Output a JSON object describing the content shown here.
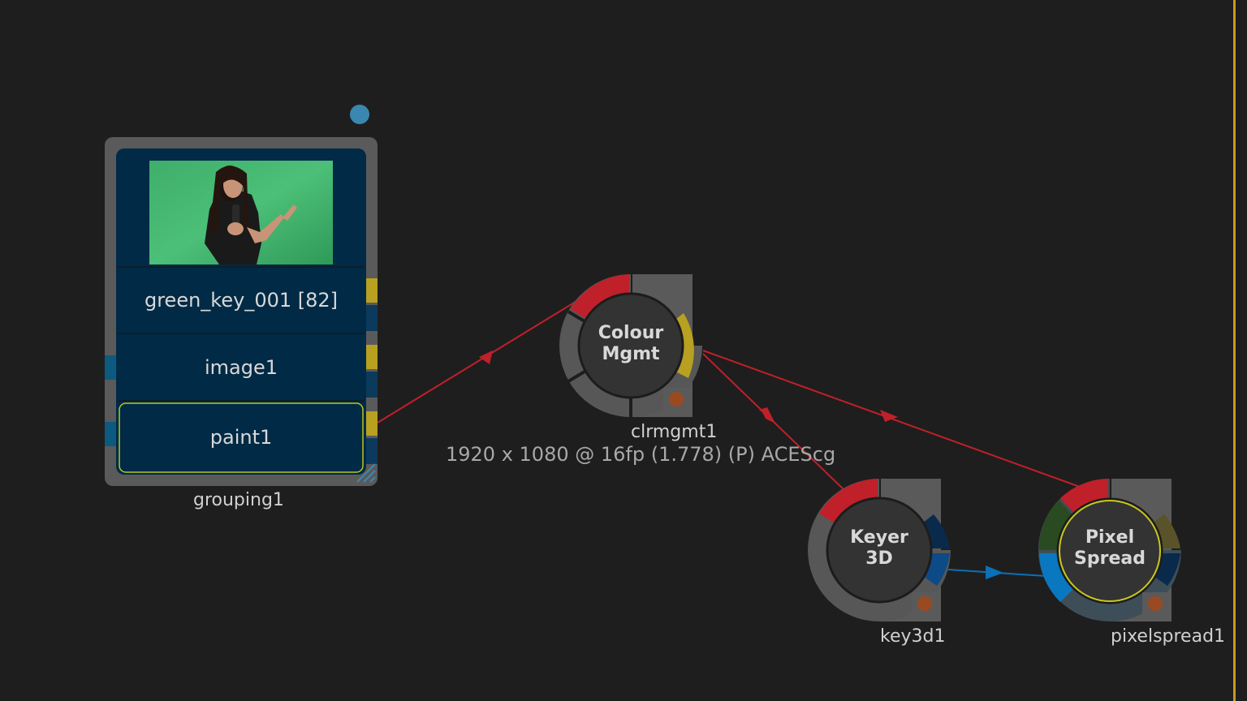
{
  "colors": {
    "background": "#1e1e1e",
    "group_body": "#002a45",
    "group_frame": "#5a5a5a",
    "wire_red": "#c0202a",
    "wire_blue": "#0a70b8",
    "input_yellow": "#b8a020",
    "node_core": "#333333"
  },
  "group": {
    "name": "grouping1",
    "rows": [
      {
        "label": "green_key_001 [82]"
      },
      {
        "label": "image1"
      },
      {
        "label": "paint1"
      }
    ]
  },
  "nodes": [
    {
      "id": "clrmgmt1",
      "title_line1": "Colour",
      "title_line2": "Mgmt",
      "caption": "clrmgmt1",
      "info": "1920 x 1080 @ 16fp (1.778) (P) ACEScg"
    },
    {
      "id": "key3d1",
      "title_line1": "Keyer",
      "title_line2": "3D",
      "caption": "key3d1"
    },
    {
      "id": "pixelspread1",
      "title_line1": "Pixel",
      "title_line2": "Spread",
      "caption": "pixelspread1"
    }
  ]
}
